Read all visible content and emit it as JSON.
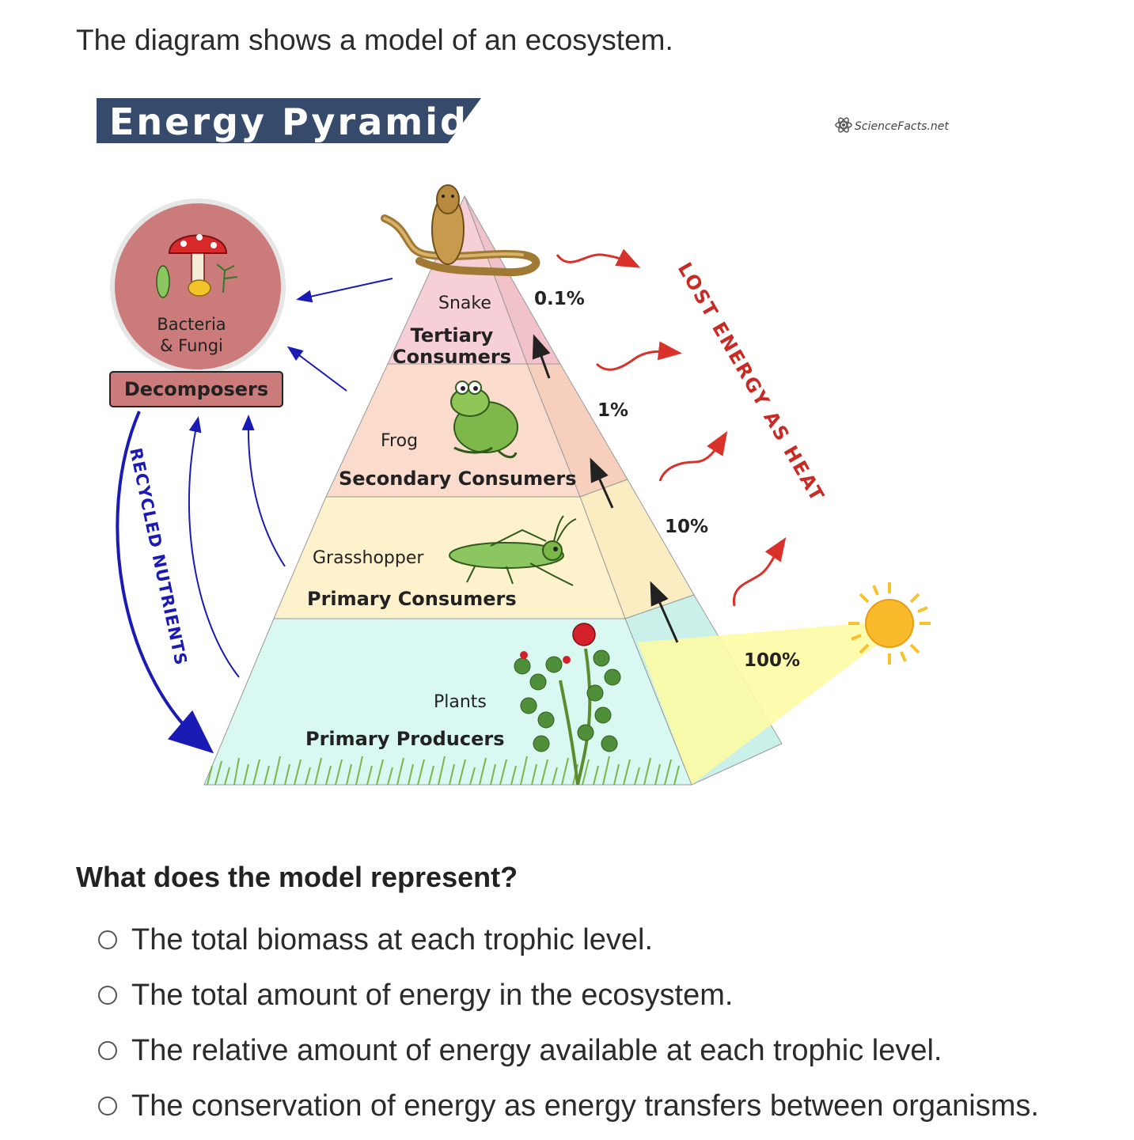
{
  "intro_text": "The diagram shows a model of an ecosystem.",
  "diagram": {
    "banner_title": "Energy Pyramid",
    "brand_logo": "ScienceFacts.net",
    "levels": [
      {
        "organism": "Snake",
        "role_line1": "Tertiary",
        "role_line2": "Consumers",
        "percent": "0.1%",
        "color": "#f7cfd6"
      },
      {
        "organism": "Frog",
        "role": "Secondary Consumers",
        "percent": "1%",
        "color": "#fbdccc"
      },
      {
        "organism": "Grasshopper",
        "role": "Primary Consumers",
        "percent": "10%",
        "color": "#fdf2cc"
      },
      {
        "organism": "Plants",
        "role": "Primary Producers",
        "percent": "100%",
        "color": "#d9f8f2"
      }
    ],
    "decomposers": {
      "line1": "Bacteria",
      "line2": "& Fungi",
      "label": "Decomposers",
      "circle_color": "#cc7b7b"
    },
    "recycled_nutrients": "RECYCLED NUTRIENTS",
    "lost_energy": "LOST ENERGY AS HEAT",
    "colors": {
      "banner": "#364a6b",
      "nutrient_arrows": "#1a1ab4",
      "heat_arrows": "#d8322b",
      "heat_text": "#c82a24",
      "sunbeam": "#fdfba4",
      "sun": "#f8c12f"
    },
    "icons": [
      "snake-icon",
      "frog-icon",
      "grasshopper-icon",
      "plant-icon",
      "mushroom-icon",
      "sun-icon",
      "atom-icon"
    ]
  },
  "question": "What does the model represent?",
  "options": [
    "The total biomass at each trophic level.",
    "The total amount of energy in the ecosystem.",
    "The relative amount of energy available at each trophic level.",
    "The conservation of energy as energy transfers between organisms."
  ]
}
